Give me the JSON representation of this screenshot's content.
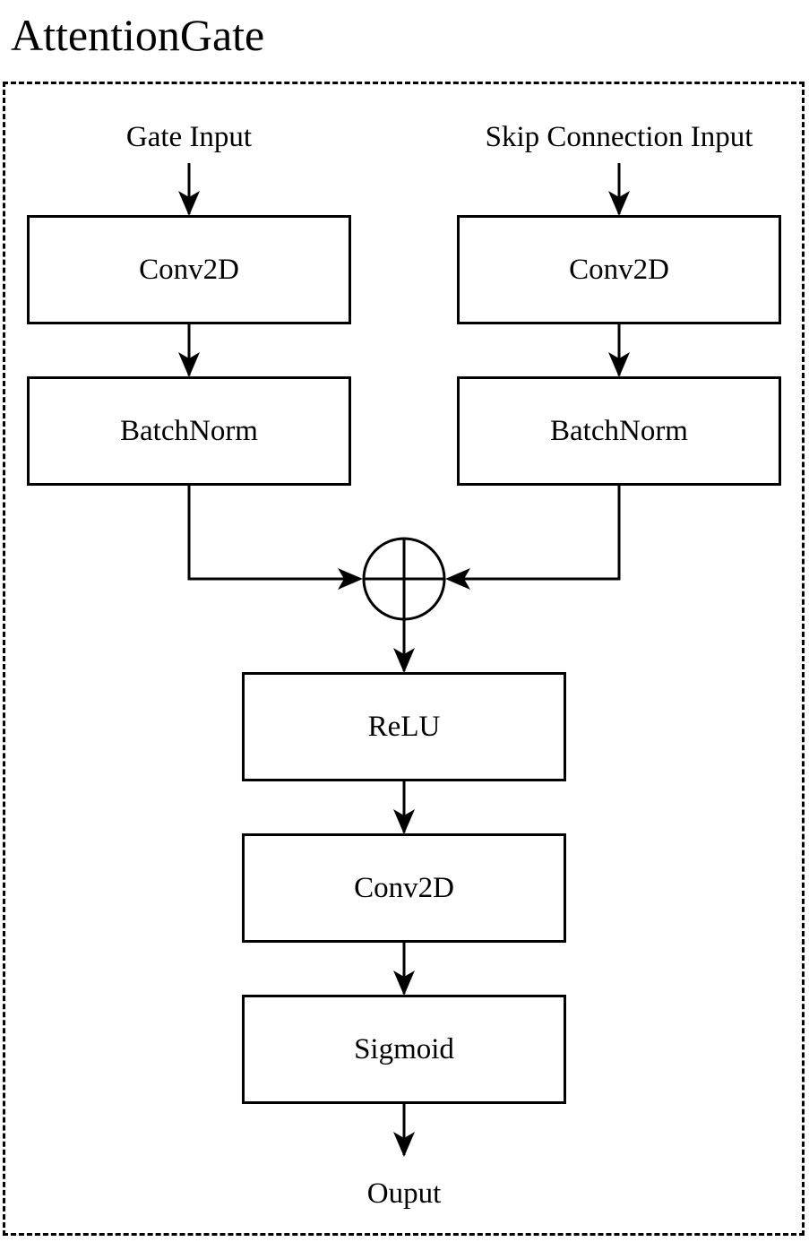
{
  "diagram": {
    "title": "AttentionGate",
    "inputs": {
      "gate": "Gate Input",
      "skip": "Skip Connection Input"
    },
    "left_branch": {
      "conv": "Conv2D",
      "norm": "BatchNorm"
    },
    "right_branch": {
      "conv": "Conv2D",
      "norm": "BatchNorm"
    },
    "merge_operator": "add",
    "main_path": {
      "relu": "ReLU",
      "conv": "Conv2D",
      "sigmoid": "Sigmoid"
    },
    "output": "Ouput"
  }
}
